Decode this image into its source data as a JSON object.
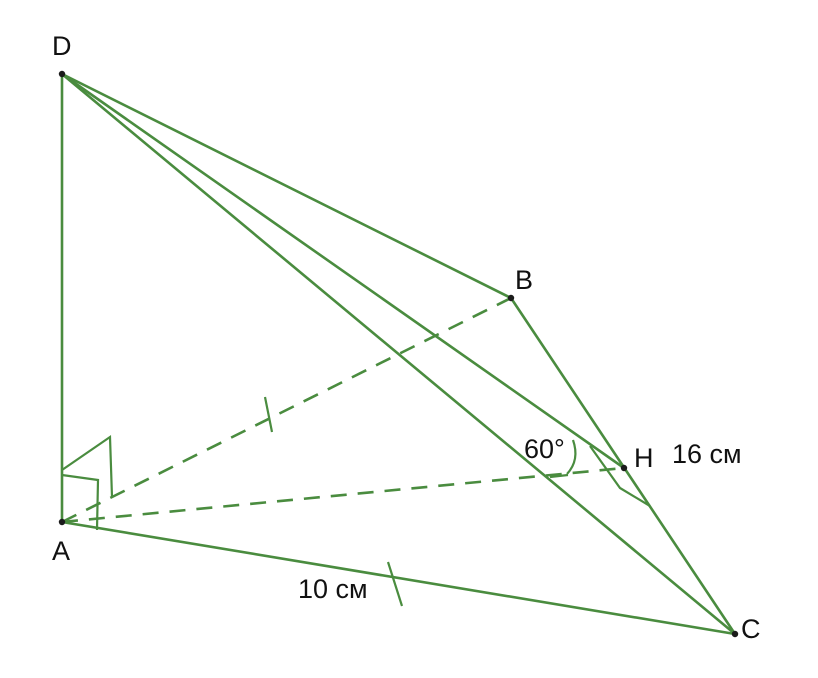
{
  "figure": {
    "points": {
      "D": "D",
      "A": "A",
      "B": "B",
      "C": "C",
      "H": "H"
    },
    "labels": {
      "angle": "60°",
      "bc_length": "16 см",
      "ac_length": "10 см"
    },
    "line_color": "#4a8c3f",
    "point_color": "#1b1b1b"
  }
}
